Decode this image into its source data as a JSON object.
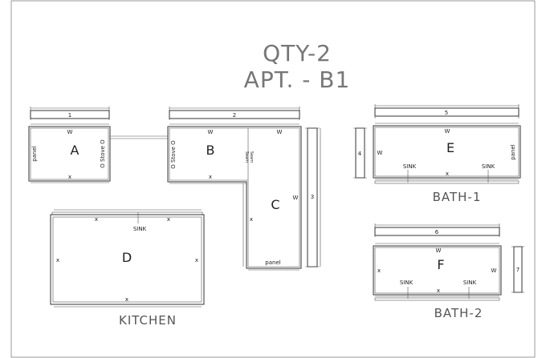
{
  "titles": {
    "qty": "QTY-2",
    "apt": "APT. - B1"
  },
  "rooms": {
    "kitchen": "KITCHEN",
    "bath1": "BATH-1",
    "bath2": "BATH-2"
  },
  "pieces": {
    "A": {
      "label": "A",
      "w": "W",
      "x": "x",
      "panel": "panel",
      "stove": "O Stove O"
    },
    "B": {
      "label": "B",
      "w": "W",
      "x": "x",
      "stove": "O Stove O"
    },
    "C": {
      "label": "C",
      "w_top": "W",
      "w_side": "W",
      "x": "x",
      "panel": "panel",
      "seam1": "Seam",
      "seam2": "Seam"
    },
    "D": {
      "label": "D",
      "x_top_left": "x",
      "x_top_right": "x",
      "x_left": "x",
      "x_right": "x",
      "x_bottom": "x",
      "sink": "SINK"
    },
    "E": {
      "label": "E",
      "w_top": "W",
      "w_left": "W",
      "x": "x",
      "panel": "panel",
      "sink_left": "SINK",
      "sink_right": "SINK"
    },
    "F": {
      "label": "F",
      "w_top": "W",
      "w_right": "W",
      "x_left": "x",
      "x_bottom": "x",
      "sink_left": "SINK",
      "sink_right": "SINK"
    }
  },
  "strips": {
    "s1": "1",
    "s2": "2",
    "s3": "3",
    "s4": "4",
    "s5": "5",
    "s6": "6",
    "s7": "7"
  }
}
